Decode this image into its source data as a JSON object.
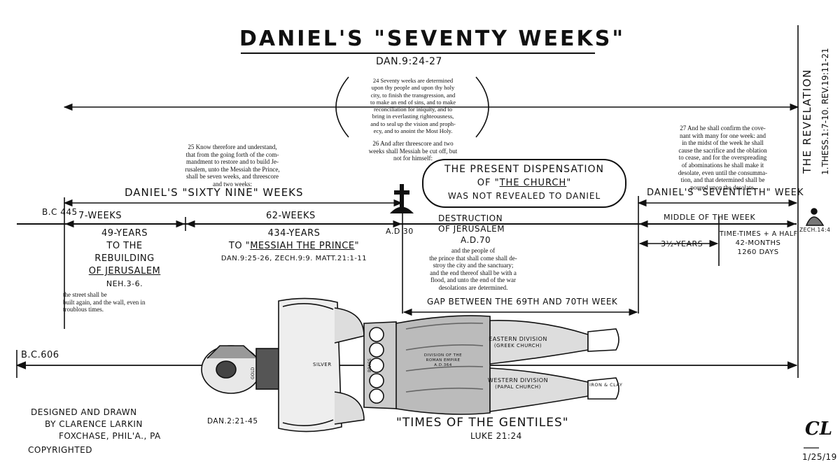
{
  "title": "Daniel's \"Seventy Weeks\"",
  "title_ref": "Dan.9:24-27",
  "verse_24": "24 Seventy weeks are determined\nupon thy people and upon thy holy\ncity, to finish the transgression, and\nto make an end of sins, and to make\nreconciliation for iniquity, and to\nbring in everlasting righteousness,\nand to seal up the vision and proph-\necy, and to anoint the Most Holy.",
  "verse_26a": "26 And after threescore and two\nweeks shall Messiah be cut off, but\nnot for himself:",
  "verse_25": "25 Know therefore and understand,\nthat from the going forth of the com-\nmandment to restore and to build Je-\nrusalem, unto the Messiah the Prince,\nshall be seven weeks, and threescore\nand two weeks:",
  "verse_27": "27 And he shall confirm the cove-\nnant with many for one week: and\nin the midst of the week he shall\ncause the sacrifice and the oblation\nto cease, and for the overspreading\nof abominations he shall make it\ndesolate, even until the consumma-\ntion, and that determined shall be\npoured upon the desolate.",
  "verse_26b": "and the people of\nthe prince that shall come shall de-\nstroy the city and the sanctuary;\nand the end thereof shall be with a\nflood, and unto the end of the war\ndesolations are determined.",
  "verse_street": "the street shall be\nbuilt again, and the wall, even in\ntroublous times.",
  "sixty_nine": "Daniel's \"Sixty Nine\" Weeks",
  "seventieth": "Daniel's \"Seventieth\" Week",
  "present_dispensation": {
    "line1": "The Present Dispensation",
    "line2_prefix": "Of \"",
    "line2_church": "The Church",
    "line2_suffix": "\"",
    "line3": "Was Not Revealed To Daniel"
  },
  "bc445": "B.C 445",
  "ad30": "A.D 30",
  "bc606": "B.C.606",
  "seven_weeks": "7-Weeks",
  "sixty_two_weeks": "62-Weeks",
  "forty_nine": {
    "years": "49-Years",
    "l2": "To The",
    "l3": "Rebuilding",
    "l4": "Of Jerusalem",
    "ref": "Neh.3-6."
  },
  "four_three_four": {
    "years": "434-Years",
    "l2_prefix": "To \"",
    "l2_messiah": "Messiah The Prince",
    "l2_suffix": "\"",
    "refs": "Dan.9:25-26, Zech.9:9. Matt.21:1-11"
  },
  "destruction": {
    "l1": "Destruction",
    "l2": "Of Jerusalem",
    "l3": "A.D.70"
  },
  "middle_week": "Middle Of The Week",
  "three_half": "3½-Years",
  "time_times": {
    "l1": "Time-Times + A Half",
    "l2": "42-Months",
    "l3": "1260 Days"
  },
  "zech": "Zech.14:4",
  "gap": "Gap Between The 69th and 70th Week",
  "revelation": "The Revelation",
  "revelation_refs": "1.Thess.1:7-10. Rev.19:11-21",
  "dan_ref": "Dan.2:21-45",
  "gentiles": "\"Times Of The Gentiles\"",
  "gentiles_ref": "Luke 21:24",
  "eastern": {
    "l1": "Eastern Division",
    "l2": "(Greek Church)"
  },
  "western": {
    "l1": "Western Division",
    "l2": "(Papal Church)"
  },
  "roman": {
    "l1": "Division Of The",
    "l2": "Roman Empire",
    "l3": "A.D.364"
  },
  "gold": "Gold",
  "silver": "Silver",
  "brass": "Brass",
  "iron_clay": "Iron & Clay",
  "credit": {
    "l1": "Designed And Drawn",
    "l2": "By Clarence Larkin",
    "l3": "FoxChase, Phil'a., Pa",
    "l4": "Copyrighted"
  },
  "monogram": "CL",
  "date": "1/25/19"
}
